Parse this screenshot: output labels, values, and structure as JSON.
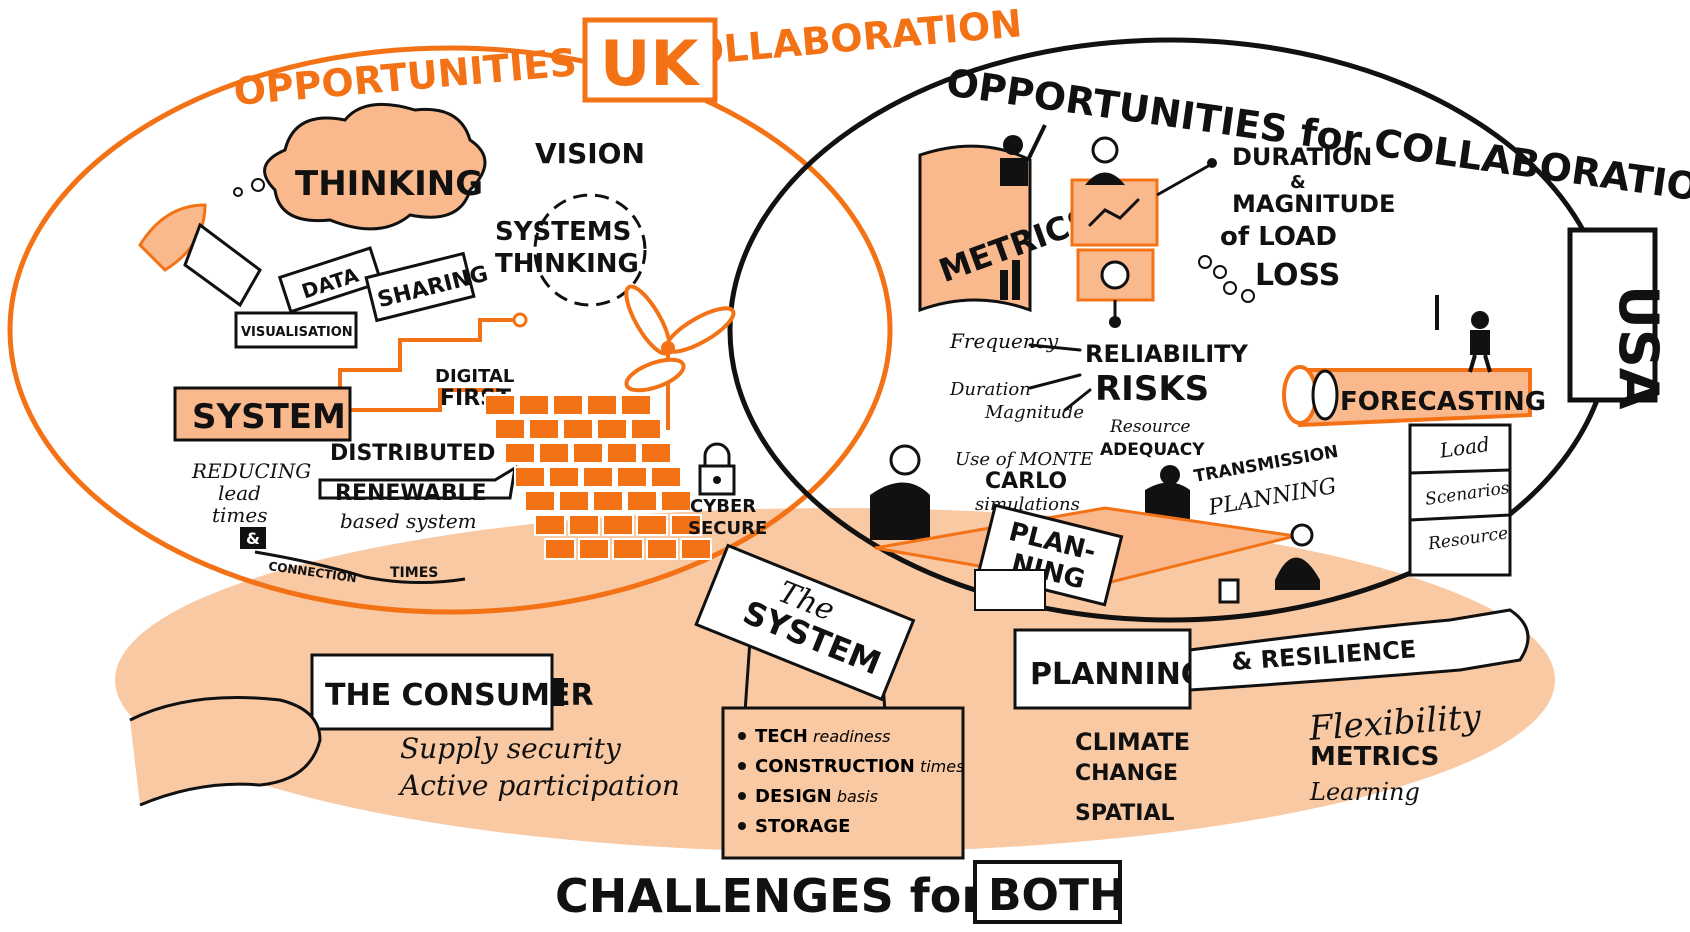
{
  "uk": {
    "heading": "OPPORTUNITIES for COLLABORATION",
    "badge": "UK",
    "thinking": "THINKING",
    "vision": "VISION",
    "systems_thinking_1": "SYSTEMS",
    "systems_thinking_2": "THINKING",
    "data": "DATA",
    "sharing": "SHARING",
    "visualisation": "VISUALISATION",
    "system": "SYSTEM",
    "digital_first_1": "DIGITAL",
    "digital_first_2": "FIRST",
    "distributed": "DISTRIBUTED",
    "renewable": "RENEWABLE",
    "based_system": "based system",
    "reducing_1": "REDUCING",
    "reducing_2": "lead",
    "reducing_3": "times",
    "amp": "&",
    "connection": "CONNECTION",
    "times": "TIMES",
    "cyber_1": "CYBER",
    "cyber_2": "SECURE"
  },
  "usa": {
    "heading": "OPPORTUNITIES for COLLABORATION",
    "badge": "USA",
    "metrics": "METRICS",
    "duration_1": "DURATION",
    "duration_2": "&",
    "duration_3": "MAGNITUDE",
    "duration_4": "of LOAD",
    "duration_5": "LOSS",
    "frequency": "Frequency",
    "duration_small": "Duration",
    "magnitude": "Magnitude",
    "reliability_1": "RELIABILITY",
    "reliability_2": "RISKS",
    "forecasting": "FORECASTING",
    "forecast_items": [
      "Load",
      "Scenarios",
      "Resource"
    ],
    "resource_adequacy_1": "Resource",
    "resource_adequacy_2": "ADEQUACY",
    "monte_1": "Use of MONTE",
    "monte_2": "CARLO",
    "monte_3": "simulations",
    "transmission_1": "TRANSMISSION",
    "transmission_2": "PLANNING",
    "planning_1": "PLAN-",
    "planning_2": "NING"
  },
  "challenges": {
    "heading": "CHALLENGES for",
    "badge": "BOTH",
    "consumer": "THE CONSUMER",
    "consumer_items": [
      "Supply security",
      "Active participation"
    ],
    "the_system_1": "The",
    "the_system_2": "SYSTEM",
    "system_items": [
      {
        "bold": "TECH",
        "rest": "readiness"
      },
      {
        "bold": "CONSTRUCTION",
        "rest": "times"
      },
      {
        "bold": "DESIGN",
        "rest": "basis"
      },
      {
        "bold": "STORAGE",
        "rest": ""
      }
    ],
    "planning": "PLANNING",
    "resilience": "& RESILIENCE",
    "flexibility": "Flexibility",
    "planning_items": [
      "CLIMATE",
      "CHANGE",
      "SPATIAL"
    ],
    "resilience_items": [
      "METRICS",
      "Learning"
    ]
  },
  "colors": {
    "accent": "#F47216",
    "light_accent": "#F9B98C",
    "ink": "#111111"
  }
}
